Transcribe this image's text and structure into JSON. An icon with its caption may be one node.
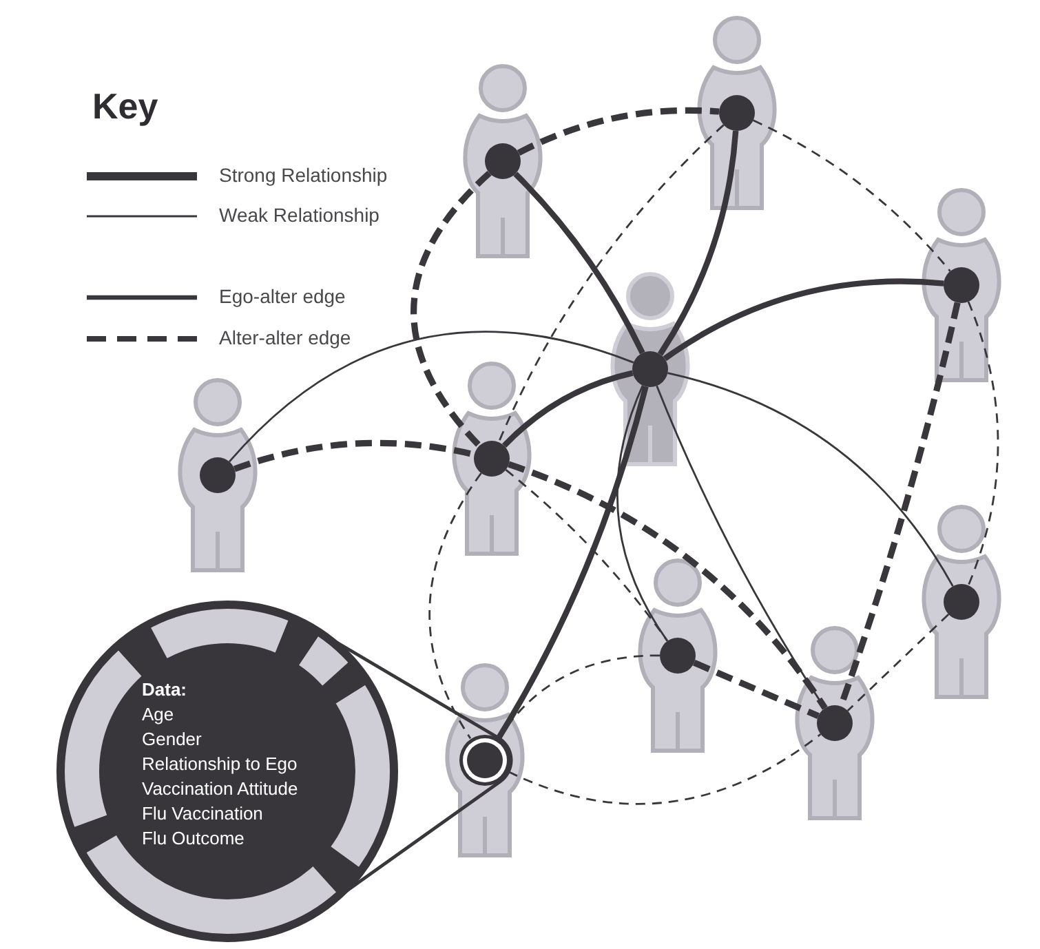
{
  "diagram": {
    "nodes": [
      {
        "text": [],
        "shape": "person"
      },
      {
        "text": [],
        "shape": "person"
      },
      {
        "text": [],
        "shape": "person"
      },
      {
        "text": [],
        "shape": "person"
      },
      {
        "text": [],
        "shape": "person"
      },
      {
        "text": [],
        "shape": "person"
      },
      {
        "text": [],
        "shape": "person"
      },
      {
        "text": [],
        "shape": "person"
      },
      {
        "text": [],
        "shape": "person"
      },
      {
        "text": [],
        "shape": "person"
      },
      {
        "text": [
          "Data:",
          "Age",
          "Gender",
          "Relationship to Ego",
          "Vaccination Attitude",
          "Flu Vaccination",
          "Flu Outcome"
        ]
      }
    ],
    "edges": [
      {
        "from": 3,
        "to": 1,
        "arrow": "none",
        "style": "thick"
      },
      {
        "from": 3,
        "to": 0,
        "arrow": "none",
        "style": "thick"
      },
      {
        "from": 3,
        "to": 2,
        "arrow": "none",
        "style": "thick"
      },
      {
        "from": 3,
        "to": 5,
        "arrow": "none",
        "style": "thick"
      },
      {
        "from": 3,
        "to": 9,
        "arrow": "none",
        "style": "thick"
      },
      {
        "from": 3,
        "to": 4,
        "arrow": "none"
      },
      {
        "from": 3,
        "to": 6,
        "arrow": "none"
      },
      {
        "from": 3,
        "to": 7,
        "arrow": "none"
      },
      {
        "from": 3,
        "to": 8,
        "arrow": "none"
      },
      {
        "from": 1,
        "to": 0,
        "arrow": "none",
        "style": "dashed"
      },
      {
        "from": 1,
        "to": 5,
        "arrow": "none",
        "style": "dashed"
      },
      {
        "from": 0,
        "to": 2,
        "arrow": "none",
        "style": "dashed"
      },
      {
        "from": 0,
        "to": 5,
        "arrow": "none",
        "style": "dashed"
      },
      {
        "from": 2,
        "to": 8,
        "arrow": "none",
        "style": "dashed"
      },
      {
        "from": 2,
        "to": 6,
        "arrow": "none",
        "style": "dashed"
      },
      {
        "from": 4,
        "to": 5,
        "arrow": "none",
        "style": "dashed"
      },
      {
        "from": 5,
        "to": 8,
        "arrow": "none",
        "style": "dashed"
      },
      {
        "from": 5,
        "to": 7,
        "arrow": "none",
        "style": "dashed"
      },
      {
        "from": 5,
        "to": 9,
        "arrow": "none",
        "style": "dashed"
      },
      {
        "from": 7,
        "to": 8,
        "arrow": "none",
        "style": "dashed"
      },
      {
        "from": 7,
        "to": 9,
        "arrow": "none",
        "style": "dashed"
      },
      {
        "from": 9,
        "to": 8,
        "arrow": "none",
        "style": "dashed"
      },
      {
        "from": 6,
        "to": 8,
        "arrow": "none",
        "style": "dashed"
      },
      {
        "from": 10,
        "to": 9,
        "arrow": "none"
      }
    ],
    "labels": [
      "Key"
    ],
    "legend": [
      {
        "text": "Strong Relationship"
      },
      {
        "text": "Weak Relationship"
      },
      {
        "text": "Ego-alter edge"
      },
      {
        "text": "Alter-alter edge"
      }
    ]
  }
}
